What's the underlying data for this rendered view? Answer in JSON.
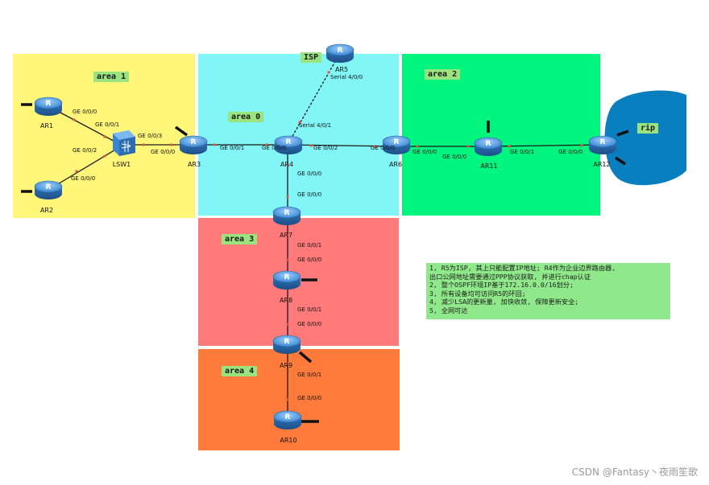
{
  "areas": [
    {
      "label": "area 1",
      "color": "#fff67a"
    },
    {
      "label": "area 0",
      "color": "#82f6f6"
    },
    {
      "label": "area 2",
      "color": "#00f57e"
    },
    {
      "label": "area 3",
      "color": "#ff7a7a"
    },
    {
      "label": "area 4",
      "color": "#ff7b3b"
    }
  ],
  "rip": {
    "label": "rip",
    "color": "#0a7fbf"
  },
  "isp_label": "ISP",
  "devices": {
    "AR1": "AR1",
    "AR2": "AR2",
    "LSW1": "LSW1",
    "AR3": "AR3",
    "AR4": "AR4",
    "AR5": "AR5",
    "AR6": "AR6",
    "AR11": "AR11",
    "AR12": "AR12",
    "AR7": "AR7",
    "AR8": "AR8",
    "AR9": "AR9",
    "AR10": "AR10"
  },
  "interfaces": {
    "ar1_g000": "GE 0/0/0",
    "lsw_g001": "GE 0/0/1",
    "lsw_g002": "GE 0/0/2",
    "ar2_g000": "GE 0/0/0",
    "lsw_g003": "GE 0/0/3",
    "ar3_g000": "GE 0/0/0",
    "ar3_g001": "GE 0/0/1",
    "ar4_g000": "GE 0/0/0",
    "ar4_s401": "Serial 4/0/1",
    "ar5_s400": "Serial 4/0/0",
    "ar4_g002": "GE 0/0/2",
    "ar6_g000": "GE 0/0/0",
    "ar6_g000b": "GE 0/0/0",
    "ar11_g000": "GE 0/0/0",
    "ar11_g001": "GE 0/0/1",
    "ar12_g000": "GE 0/0/0",
    "ar4_g000v": "GE 0/0/0",
    "ar7_g000": "GE 0/0/0",
    "ar7_g001": "GE 0/0/1",
    "ar8_g000": "GE 0/0/0",
    "ar8_g001": "GE 0/0/1",
    "ar9_g000": "GE 0/0/0",
    "ar9_g001": "GE 0/0/1",
    "ar10_g000": "GE 0/0/0"
  },
  "notes": [
    "1, R5为ISP, 其上只能配置IP地址; R4作为企业边界路由器,",
    "出口公网地址需要通过PPP协议获取, 并进行chap认证",
    "2, 整个OSPF环境IP基于172.16.0.0/16划分;",
    "3, 所有设备均可访问R5的环回;",
    "4, 减少LSA的更新量, 加快收敛, 保障更新安全;",
    "5, 全网可达"
  ],
  "notes_color": "#8fe88a",
  "watermark": "CSDN @Fantasy丶夜雨笙歌",
  "icons": {
    "router": "router-icon",
    "switch": "switch-icon"
  },
  "link_color": "#1a1a1a",
  "port_dot_color": "#e8513c",
  "router_color": "#3a86d0"
}
